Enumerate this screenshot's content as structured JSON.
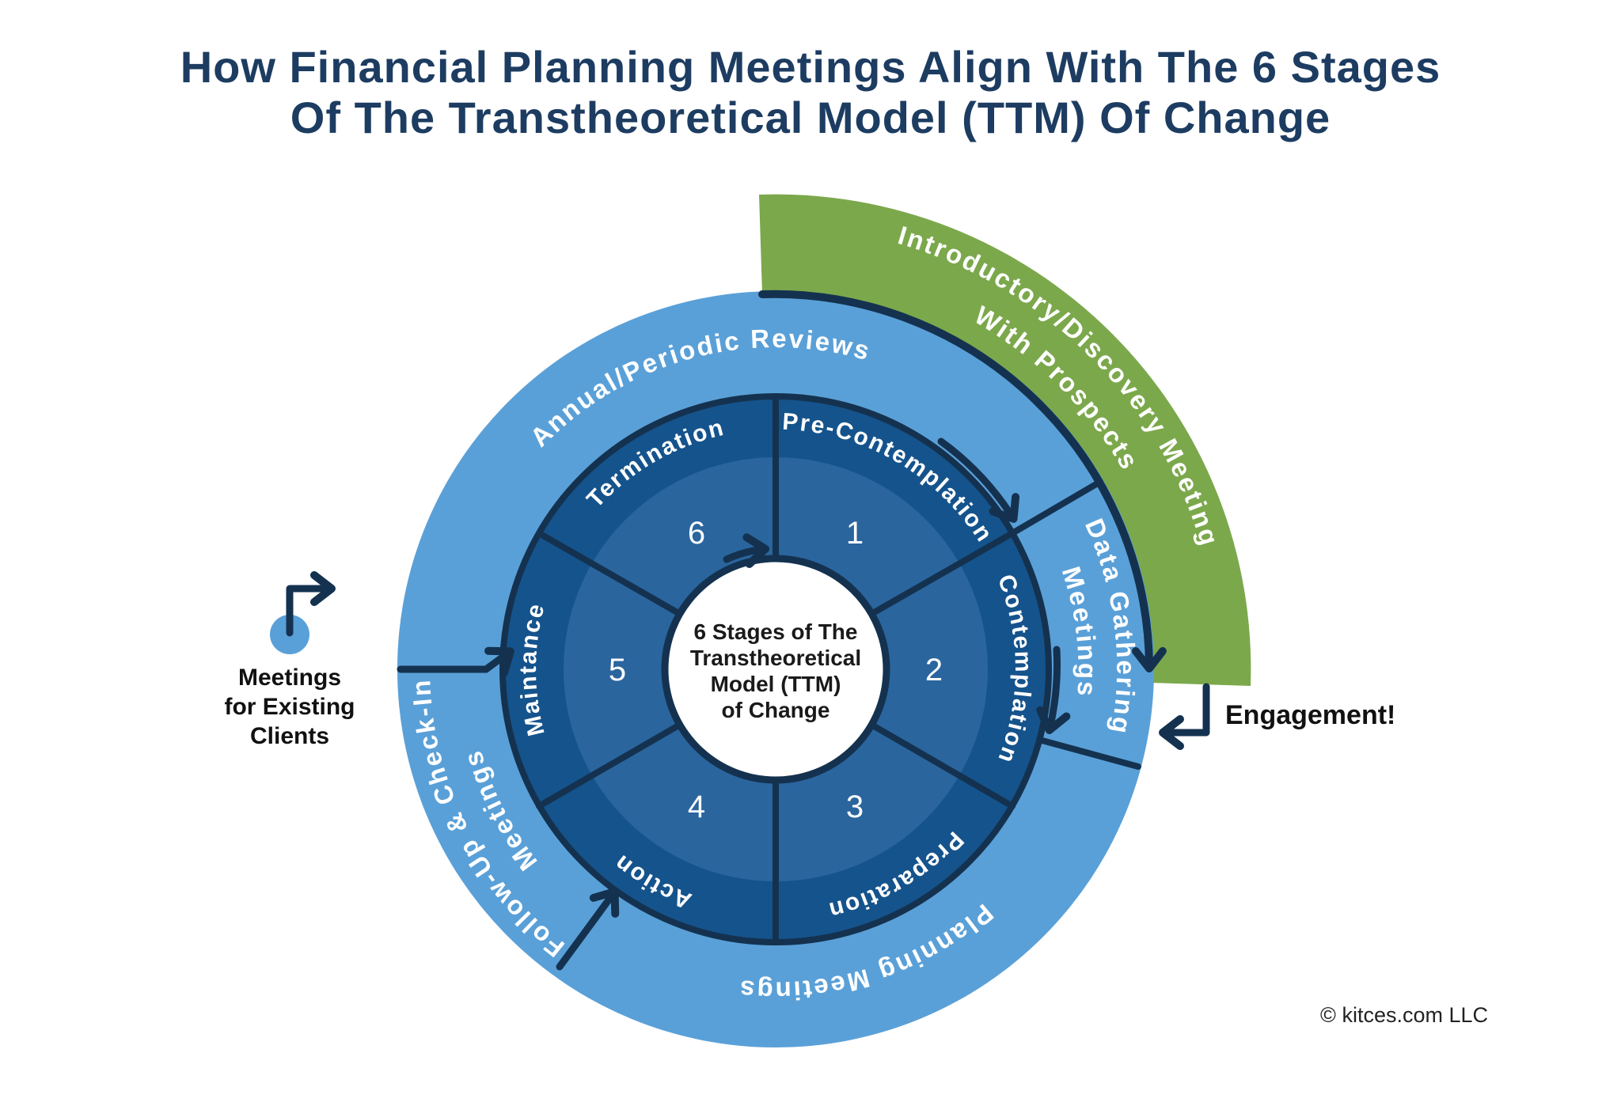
{
  "title": {
    "line1": "How Financial Planning Meetings Align With The 6 Stages",
    "line2": "Of The Transtheoretical Model (TTM) Of Change"
  },
  "center_circle": {
    "lines": [
      "6 Stages of The",
      "Transtheoretical",
      "Model (TTM)",
      "of Change"
    ]
  },
  "stages": [
    {
      "number": "1",
      "label": "Pre-Contemplation"
    },
    {
      "number": "2",
      "label": "Contemplation"
    },
    {
      "number": "3",
      "label": "Preparation"
    },
    {
      "number": "4",
      "label": "Action"
    },
    {
      "number": "5",
      "label": "Maintance"
    },
    {
      "number": "6",
      "label": "Termination"
    }
  ],
  "outer_ring": {
    "annual_reviews": "Annual/Periodic Reviews",
    "data_gathering_line1": "Data Gathering",
    "data_gathering_line2": "Meetings",
    "planning": "Planning Meetings",
    "followup_line1": "Follow-Up & Check-In",
    "followup_line2": "Meetings"
  },
  "prospect_band": {
    "line1": "Introductory/Discovery Meeting",
    "line2": "With Prospects"
  },
  "annotations": {
    "existing_clients_line1": "Meetings",
    "existing_clients_line2": "for Existing",
    "existing_clients_line3": "Clients",
    "engagement": "Engagement!"
  },
  "footer": {
    "copyright": "© kitces.com LLC"
  },
  "colors": {
    "title_navy": "#1D3C61",
    "line_navy": "#14324F",
    "light_blue": "#5AA0D8",
    "dark_ring_blue": "#15538C",
    "inner_disc_blue": "#2A659E",
    "green": "#7CA84C",
    "white": "#FFFFFF"
  }
}
